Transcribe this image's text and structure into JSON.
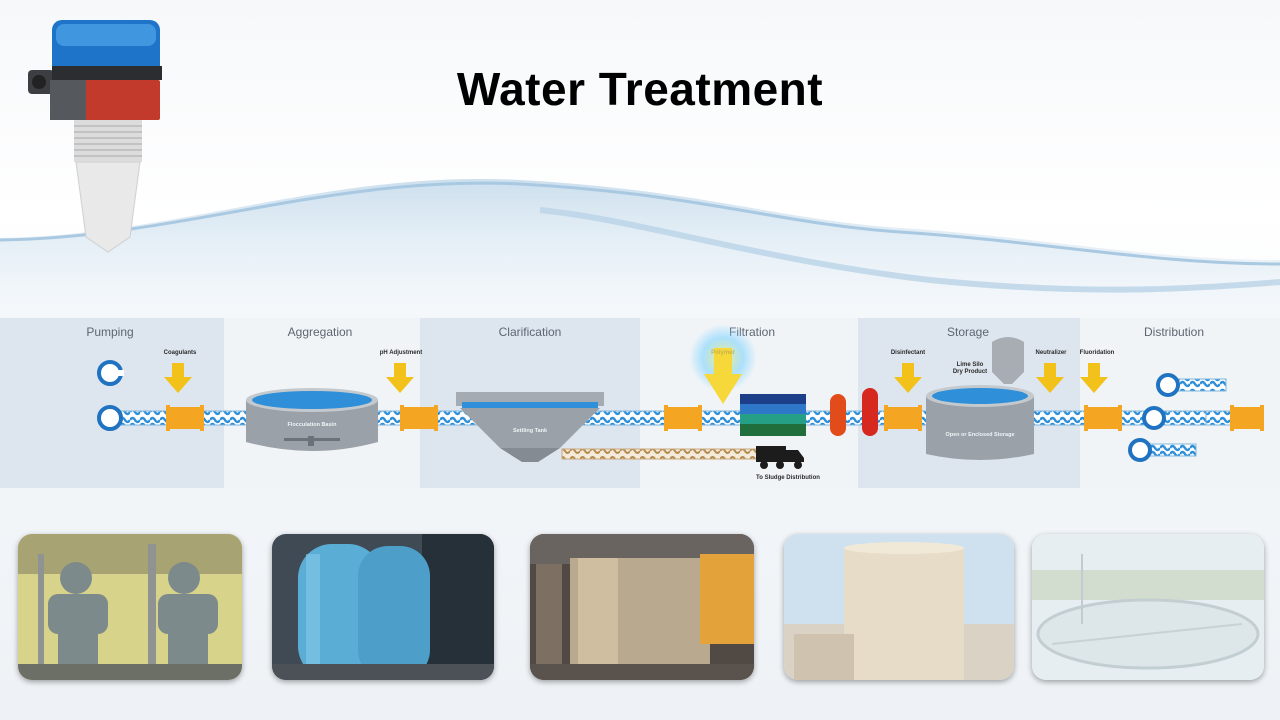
{
  "title": "Water Treatment",
  "stages": [
    "Pumping",
    "Aggregation",
    "Clarification",
    "Filtration",
    "Storage",
    "Distribution"
  ],
  "chemicals": {
    "coagulants": "Coagulants",
    "ph": "pH Adjustment",
    "filtration": "Polymer",
    "disinfectant": "Disinfectant",
    "lime_silo": "Lime Silo\nDry Product",
    "neutralizer": "Neutralizer",
    "fluoridation": "Fluoridation"
  },
  "tanks": {
    "flocculation": "Flocculation Basin",
    "settling": "Settling Tank",
    "storage": "Open or Enclosed Storage"
  },
  "sludge": "To Sludge Distribution",
  "colors": {
    "pipe": "#3aa0dc",
    "connector": "#f4a623",
    "injector": "#f2c21b",
    "tank": "#9aa1a8",
    "water": "#2f8fd8"
  },
  "photos": [
    {
      "name": "pumps-photo",
      "icon": "pump-station"
    },
    {
      "name": "pressure-tanks-photo",
      "icon": "blue-tanks"
    },
    {
      "name": "filter-room-photo",
      "icon": "filter-unit"
    },
    {
      "name": "storage-tank-photo",
      "icon": "storage-tank"
    },
    {
      "name": "clarifier-photo",
      "icon": "clarifier"
    }
  ]
}
